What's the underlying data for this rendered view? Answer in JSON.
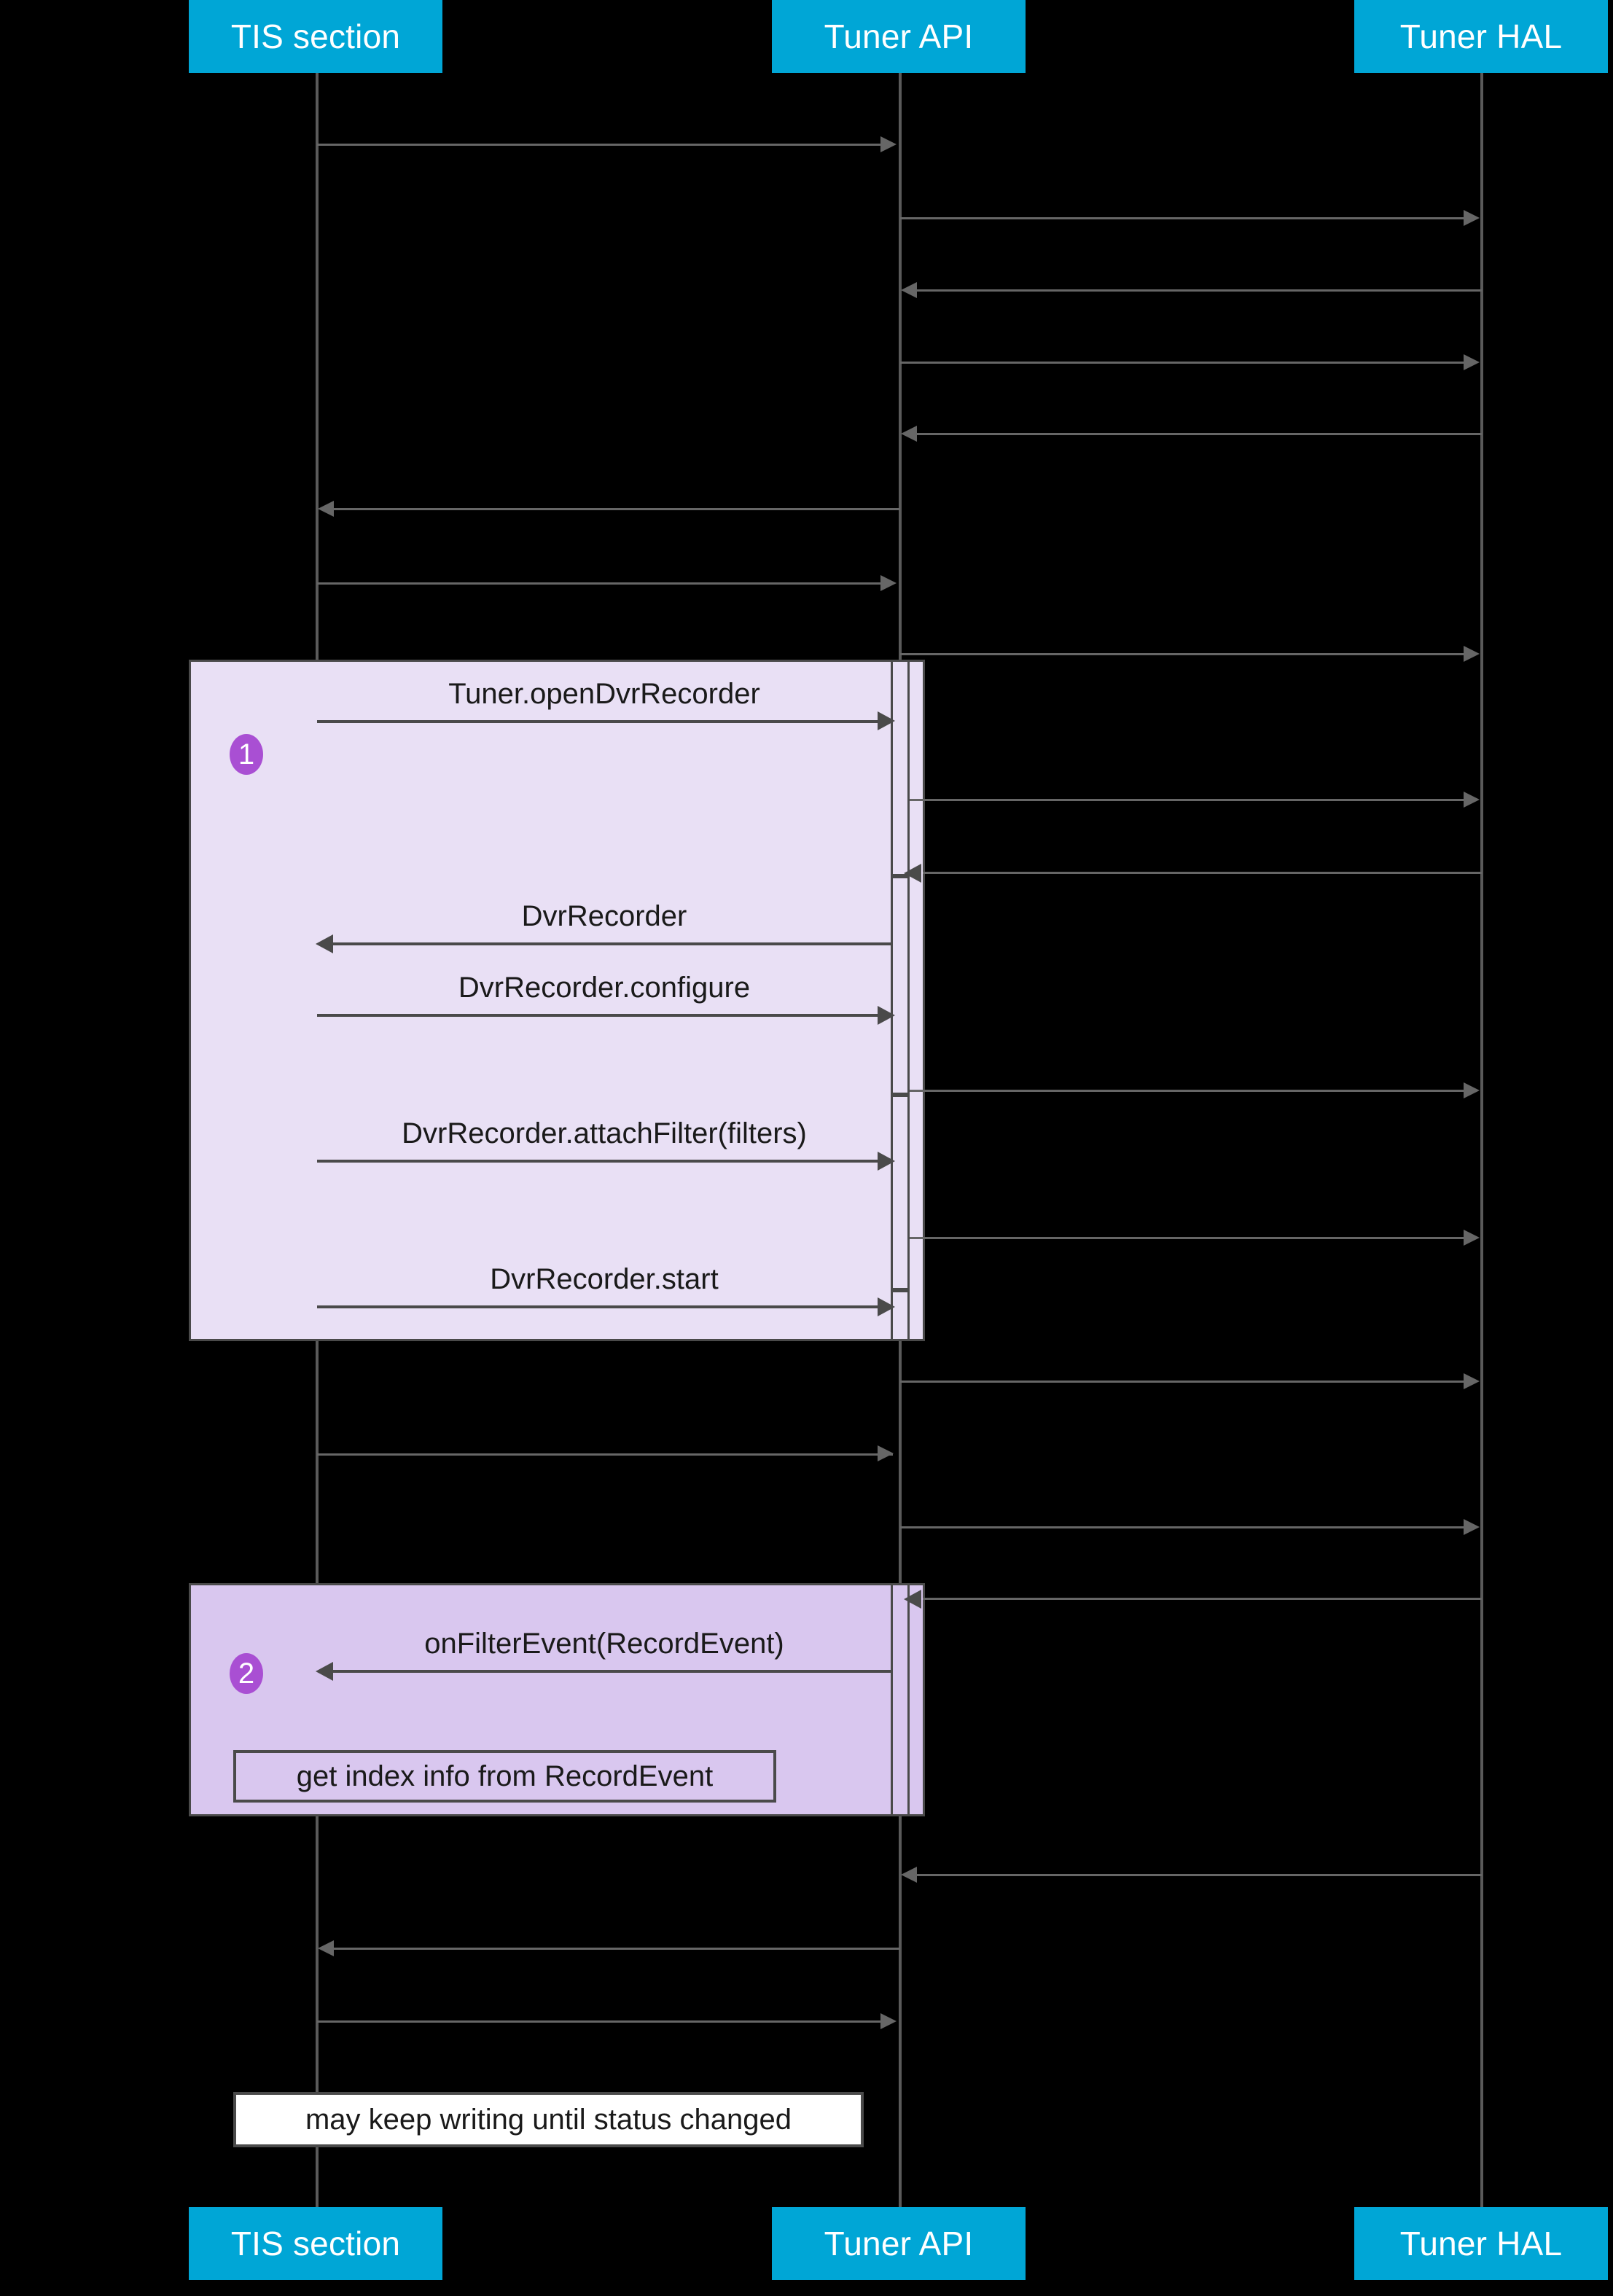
{
  "diagram": {
    "type": "uml-sequence-diagram",
    "title": "Tuner DVR recording sequence",
    "colors": {
      "participant_box": "#00A6D6",
      "participant_text": "#FFFFFF",
      "background": "#000000",
      "fragment_1_fill": "#e9e0f5",
      "fragment_2_fill": "#d9c7ef",
      "badge": "#A94FD3",
      "line": "#4a4a4a",
      "note_fill": "#FFFFFF"
    }
  },
  "participants": [
    {
      "id": "tis",
      "label": "TIS section"
    },
    {
      "id": "api",
      "label": "Tuner API"
    },
    {
      "id": "hal",
      "label": "Tuner HAL"
    }
  ],
  "participants_footer": [
    {
      "id": "tis",
      "label": "TIS section"
    },
    {
      "id": "api",
      "label": "Tuner API"
    },
    {
      "id": "hal",
      "label": "Tuner HAL"
    }
  ],
  "fragments": [
    {
      "number": "1",
      "fill": "#e9e0f5"
    },
    {
      "number": "2",
      "fill": "#d9c7ef"
    }
  ],
  "messages": [
    {
      "id": "m1",
      "from": "tis",
      "to": "api",
      "label": "",
      "direction": "right"
    },
    {
      "id": "m2",
      "from": "api",
      "to": "hal",
      "label": "",
      "direction": "right"
    },
    {
      "id": "m3",
      "from": "hal",
      "to": "api",
      "label": "",
      "direction": "left"
    },
    {
      "id": "m4",
      "from": "api",
      "to": "hal",
      "label": "",
      "direction": "right"
    },
    {
      "id": "m5",
      "from": "hal",
      "to": "api",
      "label": "",
      "direction": "left"
    },
    {
      "id": "m6",
      "from": "api",
      "to": "tis",
      "label": "",
      "direction": "left"
    },
    {
      "id": "m7",
      "from": "tis",
      "to": "api",
      "label": "",
      "direction": "right"
    },
    {
      "id": "m8",
      "from": "api",
      "to": "hal",
      "label": "",
      "direction": "right"
    },
    {
      "id": "m9",
      "from": "tis",
      "to": "api",
      "label": "Tuner.openDvrRecorder",
      "direction": "right"
    },
    {
      "id": "m10",
      "from": "api",
      "to": "hal",
      "label": "",
      "direction": "right"
    },
    {
      "id": "m11",
      "from": "hal",
      "to": "api",
      "label": "",
      "direction": "left"
    },
    {
      "id": "m12",
      "from": "api",
      "to": "tis",
      "label": "DvrRecorder",
      "direction": "left"
    },
    {
      "id": "m13",
      "from": "tis",
      "to": "api",
      "label": "DvrRecorder.configure",
      "direction": "right"
    },
    {
      "id": "m14",
      "from": "api",
      "to": "hal",
      "label": "",
      "direction": "right"
    },
    {
      "id": "m15",
      "from": "tis",
      "to": "api",
      "label": "DvrRecorder.attachFilter(filters)",
      "direction": "right"
    },
    {
      "id": "m16",
      "from": "api",
      "to": "hal",
      "label": "",
      "direction": "right"
    },
    {
      "id": "m17",
      "from": "tis",
      "to": "api",
      "label": "DvrRecorder.start",
      "direction": "right"
    },
    {
      "id": "m18",
      "from": "api",
      "to": "hal",
      "label": "",
      "direction": "right"
    },
    {
      "id": "m19",
      "from": "tis",
      "to": "api",
      "label": "",
      "direction": "right"
    },
    {
      "id": "m20",
      "from": "api",
      "to": "hal",
      "label": "",
      "direction": "right"
    },
    {
      "id": "m21",
      "from": "hal",
      "to": "api",
      "label": "",
      "direction": "left"
    },
    {
      "id": "m22",
      "from": "api",
      "to": "tis",
      "label": "onFilterEvent(RecordEvent)",
      "direction": "left"
    },
    {
      "id": "m23",
      "from": "hal",
      "to": "api",
      "label": "",
      "direction": "left"
    },
    {
      "id": "m24",
      "from": "api",
      "to": "tis",
      "label": "",
      "direction": "left"
    },
    {
      "id": "m25",
      "from": "tis",
      "to": "api",
      "label": "",
      "direction": "right"
    }
  ],
  "notes": [
    {
      "id": "note-index",
      "text": "get index info from RecordEvent",
      "style": "purple"
    },
    {
      "id": "note-status",
      "text": "may keep writing until status changed",
      "style": "white"
    }
  ]
}
